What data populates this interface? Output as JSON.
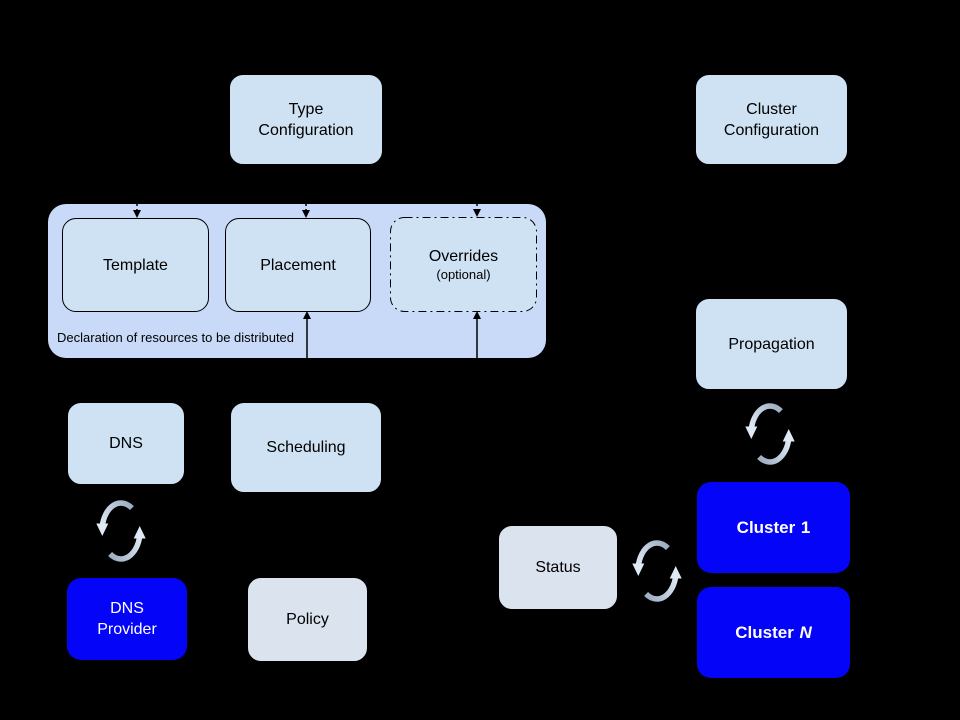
{
  "colors": {
    "background": "#000000",
    "light_box": "#cfe2f3",
    "lighter_box": "#dae3ee",
    "group_container": "#c9daf8",
    "blue_box": "#0404f8",
    "text_dark": "#000000",
    "text_light": "#ffffff",
    "sync_arrow_dark": "#9eafc2",
    "sync_arrow_light": "#dfeaf5"
  },
  "nodes": {
    "type_config": {
      "line1": "Type",
      "line2": "Configuration"
    },
    "cluster_config": {
      "line1": "Cluster",
      "line2": "Configuration"
    },
    "template": {
      "label": "Template"
    },
    "placement": {
      "label": "Placement"
    },
    "overrides": {
      "label": "Overrides",
      "sublabel": "(optional)"
    },
    "group_caption": "Declaration of resources to be distributed",
    "dns": {
      "label": "DNS"
    },
    "scheduling": {
      "label": "Scheduling"
    },
    "dns_provider": {
      "line1": "DNS",
      "line2": "Provider"
    },
    "policy": {
      "label": "Policy"
    },
    "propagation": {
      "label": "Propagation"
    },
    "status": {
      "label": "Status"
    },
    "cluster_1": {
      "prefix": "Cluster",
      "suffix": "1"
    },
    "cluster_n": {
      "prefix": "Cluster",
      "suffix": "N"
    }
  },
  "icons": {
    "sync": "sync-icon"
  }
}
